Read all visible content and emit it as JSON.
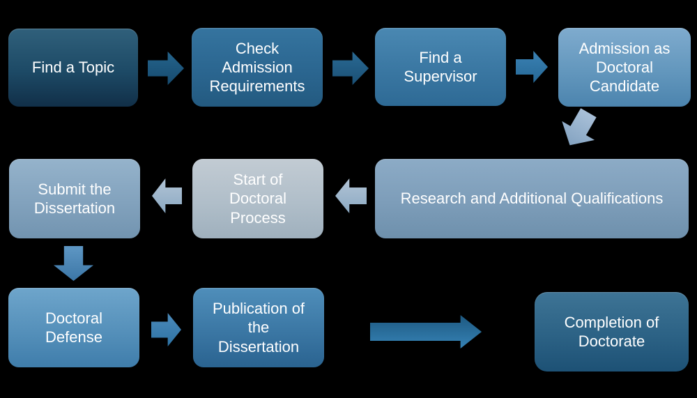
{
  "diagram": {
    "background_color": "#000000",
    "text_color": "#ffffff",
    "nodes": [
      {
        "id": "find-topic",
        "label": "Find a Topic",
        "fill_top": "#30607b",
        "fill_bottom": "#112f48"
      },
      {
        "id": "check-admission",
        "label": "Check\nAdmission\nRequirements",
        "fill_top": "#35749f",
        "fill_bottom": "#235a80"
      },
      {
        "id": "find-supervisor",
        "label": "Find a\nSupervisor",
        "fill_top": "#4a88b2",
        "fill_bottom": "#2e6a95"
      },
      {
        "id": "admission-candidate",
        "label": "Admission as\nDoctoral\nCandidate",
        "fill_top": "#7fabce",
        "fill_bottom": "#4c84ae"
      },
      {
        "id": "research-quals",
        "label": "Research and Additional Qualifications",
        "fill_top": "#8cabc6",
        "fill_bottom": "#6e90ac"
      },
      {
        "id": "start-process",
        "label": "Start of\nDoctoral\nProcess",
        "fill_top": "#c2cbd3",
        "fill_bottom": "#9fb0bd"
      },
      {
        "id": "submit-dissertation",
        "label": "Submit the\nDissertation",
        "fill_top": "#95b3cb",
        "fill_bottom": "#7294b0"
      },
      {
        "id": "doctoral-defense",
        "label": "Doctoral\nDefense",
        "fill_top": "#6ea5cb",
        "fill_bottom": "#3f7dab"
      },
      {
        "id": "publication",
        "label": "Publication of\nthe\nDissertation",
        "fill_top": "#4f8eba",
        "fill_bottom": "#2a6390"
      },
      {
        "id": "completion",
        "label": "Completion of\nDoctorate",
        "fill_top": "#3e7495",
        "fill_bottom": "#1d5175"
      }
    ],
    "arrows": [
      {
        "id": "arrow-topic-to-check",
        "direction": "right",
        "color": "#25648c"
      },
      {
        "id": "arrow-check-to-supervisor",
        "direction": "right",
        "color": "#2a6a94"
      },
      {
        "id": "arrow-supervisor-to-admission",
        "direction": "right",
        "color": "#3b82b4"
      },
      {
        "id": "arrow-admission-to-research",
        "direction": "down-left",
        "color": "#a9c0d8"
      },
      {
        "id": "arrow-research-to-start",
        "direction": "left",
        "color": "#b2c4d6"
      },
      {
        "id": "arrow-start-to-submit",
        "direction": "left",
        "color": "#b2c4d6"
      },
      {
        "id": "arrow-submit-to-defense",
        "direction": "down",
        "color": "#5e97c4"
      },
      {
        "id": "arrow-defense-to-publication",
        "direction": "right",
        "color": "#4c8aba"
      },
      {
        "id": "arrow-publication-to-completion",
        "direction": "right-long",
        "color": "#3683b6"
      }
    ]
  }
}
